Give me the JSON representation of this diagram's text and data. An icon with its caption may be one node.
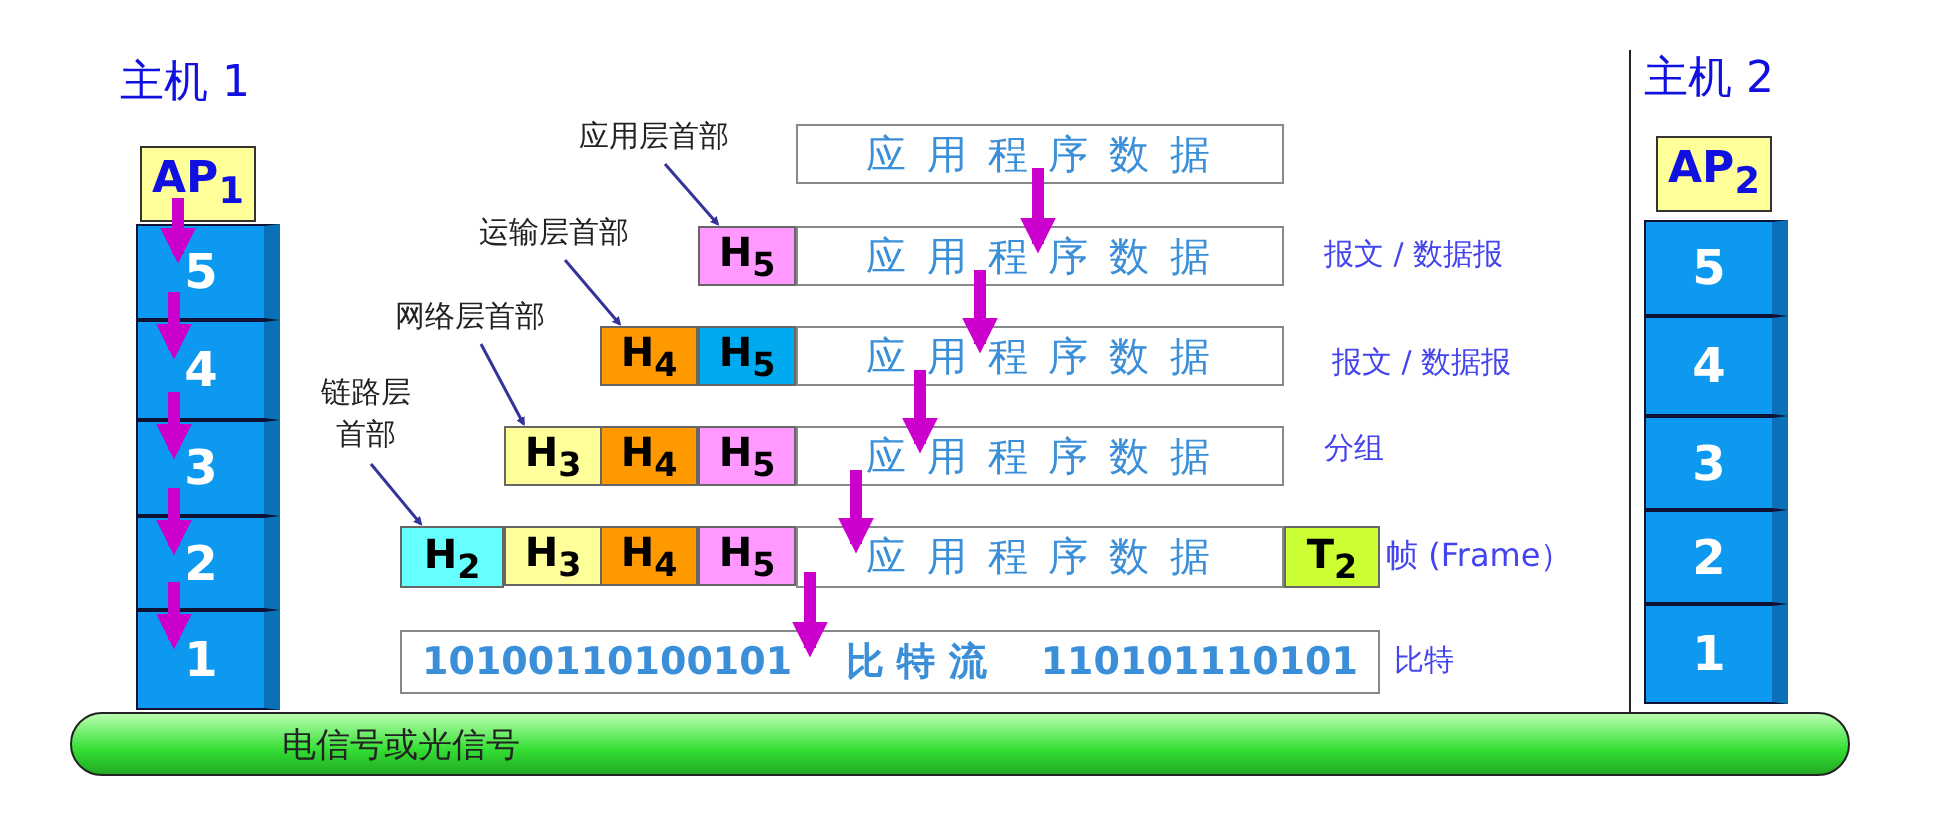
{
  "diagram": {
    "nodes": [
      {
        "text": [
          "AP$_{1}$"
        ]
      },
      {
        "text": [
          "5"
        ]
      },
      {
        "text": [
          "4"
        ]
      },
      {
        "text": [
          "3"
        ]
      },
      {
        "text": [
          "2"
        ]
      },
      {
        "text": [
          "1"
        ]
      },
      {
        "text": [
          "AP$_{2}$"
        ]
      },
      {
        "text": [
          "5"
        ]
      },
      {
        "text": [
          "4"
        ]
      },
      {
        "text": [
          "3"
        ]
      },
      {
        "text": [
          "2"
        ]
      },
      {
        "text": [
          "1"
        ]
      },
      {
        "text": [
          "应 用 程 序 数 据"
        ]
      },
      {
        "text": [
          "H$_{5}$"
        ]
      },
      {
        "text": [
          "应 用 程 序 数 据"
        ]
      },
      {
        "text": [
          "H$_{4}$"
        ]
      },
      {
        "text": [
          "H$_{5}$"
        ]
      },
      {
        "text": [
          "应 用 程 序 数 据"
        ]
      },
      {
        "text": [
          "H$_{3}$"
        ]
      },
      {
        "text": [
          "H$_{4}$"
        ]
      },
      {
        "text": [
          "H$_{5}$"
        ]
      },
      {
        "text": [
          "应 用 程 序 数 据"
        ]
      },
      {
        "text": [
          "H$_{2}$"
        ]
      },
      {
        "text": [
          "H$_{3}$"
        ]
      },
      {
        "text": [
          "H$_{4}$"
        ]
      },
      {
        "text": [
          "H$_{5}$"
        ]
      },
      {
        "text": [
          "应 用 程 序 数 据"
        ]
      },
      {
        "text": [
          "T$_{2}$"
        ]
      },
      {
        "text": [
          "10100110100101",
          "比 特 流",
          "110101110101"
        ]
      },
      {
        "text": [
          "电信号或光信号"
        ]
      },
      {
        "text": [
          "应用层首部"
        ]
      },
      {
        "text": [
          "运输层首部"
        ]
      },
      {
        "text": [
          "网络层首部"
        ]
      },
      {
        "text": [
          "链路层首部"
        ]
      }
    ],
    "edges": [
      {
        "from": 0,
        "to": 1,
        "arrow": "to"
      },
      {
        "from": 1,
        "to": 2,
        "arrow": "to"
      },
      {
        "from": 2,
        "to": 3,
        "arrow": "to"
      },
      {
        "from": 3,
        "to": 4,
        "arrow": "to"
      },
      {
        "from": 4,
        "to": 5,
        "arrow": "to"
      },
      {
        "from": 12,
        "to": 14,
        "arrow": "to"
      },
      {
        "from": 14,
        "to": 17,
        "arrow": "to"
      },
      {
        "from": 17,
        "to": 21,
        "arrow": "to"
      },
      {
        "from": 21,
        "to": 26,
        "arrow": "to"
      },
      {
        "from": 26,
        "to": 28,
        "arrow": "to"
      },
      {
        "from": 30,
        "to": 13,
        "arrow": "to",
        "color": "#333399"
      },
      {
        "from": 31,
        "to": 15,
        "arrow": "to",
        "color": "#333399"
      },
      {
        "from": 32,
        "to": 18,
        "arrow": "to",
        "color": "#333399"
      },
      {
        "from": 33,
        "to": 22,
        "arrow": "to",
        "color": "#333399"
      }
    ],
    "labels": [
      "主机 1",
      "主机 2",
      "报文 / 数据报",
      "报文 / 数据报",
      "分组",
      "帧 (Frame）",
      "比特"
    ]
  }
}
